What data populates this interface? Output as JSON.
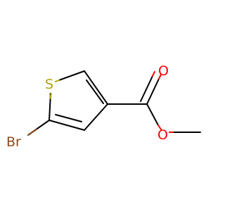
{
  "molecule": {
    "atoms": [
      {
        "id": "S1",
        "symbol": "S",
        "color": "#b2a300"
      },
      {
        "id": "Br",
        "symbol": "Br",
        "color": "#8b4a1d"
      },
      {
        "id": "O1",
        "symbol": "O",
        "color": "#ff0000"
      },
      {
        "id": "O2",
        "symbol": "O",
        "color": "#ff0000"
      }
    ],
    "bond_color": "#000000"
  }
}
